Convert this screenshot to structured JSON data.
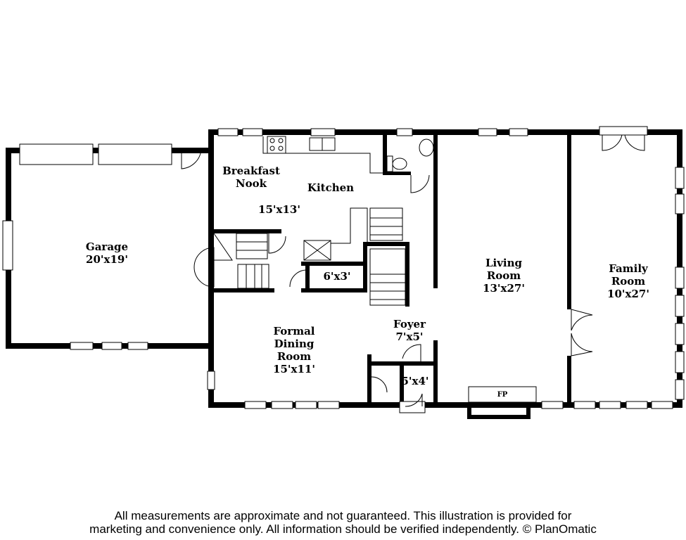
{
  "rooms": {
    "garage": {
      "name": "Garage",
      "size": "20'x19'"
    },
    "breakfast_nook": {
      "name_line1": "Breakfast",
      "name_line2": "Nook"
    },
    "kitchen": {
      "name": "Kitchen",
      "size": "15'x13'"
    },
    "pantry": {
      "size": "6'x3'"
    },
    "living_room": {
      "name_line1": "Living",
      "name_line2": "Room",
      "size": "13'x27'"
    },
    "family_room": {
      "name_line1": "Family",
      "name_line2": "Room",
      "size": "10'x27'"
    },
    "formal_dining": {
      "name_line1": "Formal",
      "name_line2": "Dining",
      "name_line3": "Room",
      "size": "15'x11'"
    },
    "foyer": {
      "name": "Foyer",
      "size": "7'x5'"
    },
    "closet": {
      "size": "5'x4'"
    },
    "fireplace": {
      "label": "FP"
    }
  },
  "disclaimer": {
    "line1": "All measurements are approximate and not guaranteed. This illustration is provided for",
    "line2": "marketing and convenience only. All information should be verified independently. © PlanOmatic"
  },
  "colors": {
    "wall": "#000000",
    "background": "#ffffff"
  }
}
